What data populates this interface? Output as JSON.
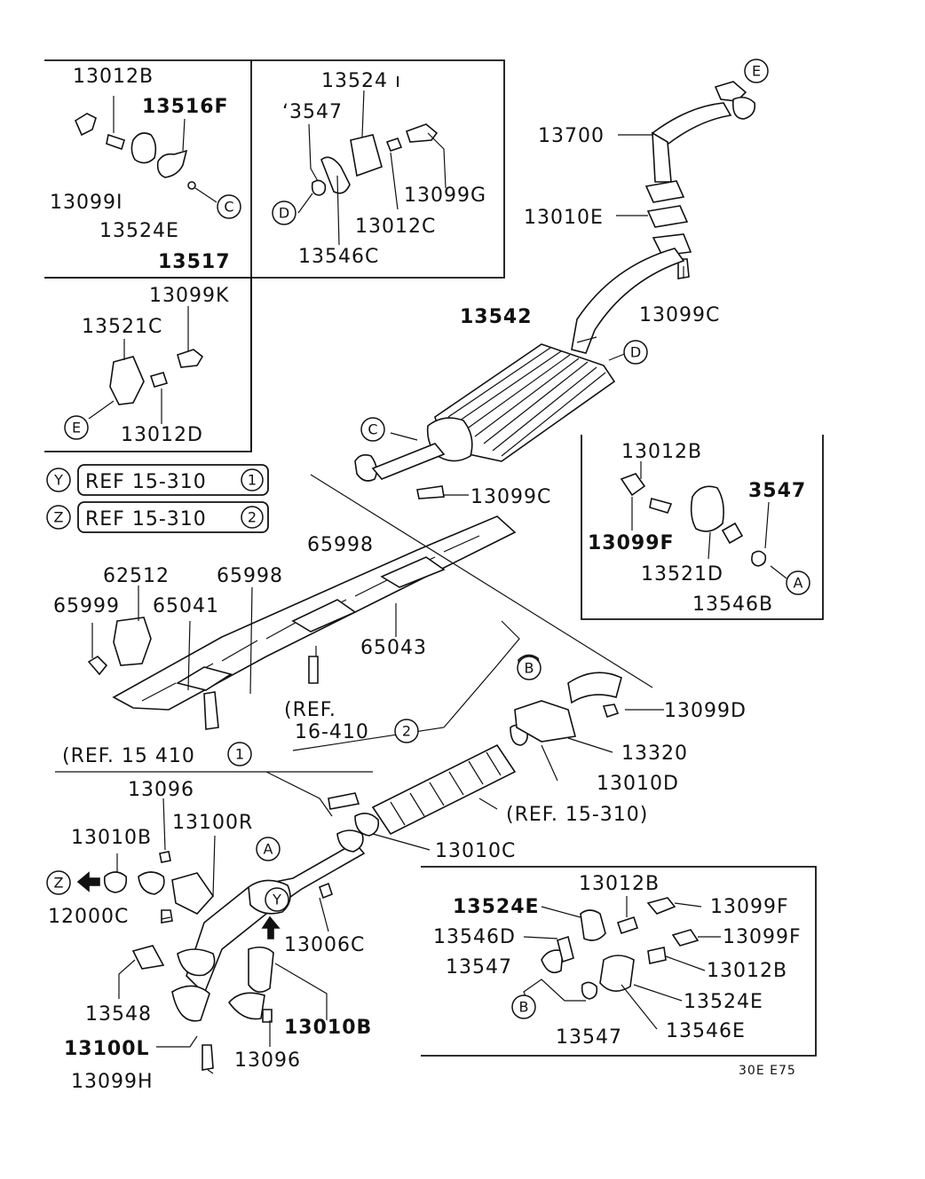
{
  "labels": {
    "p13012B_a": "13012B",
    "p13516F": "13516F",
    "p13099I": "13099I",
    "p13524E_a": "13524E",
    "p13517": "13517",
    "p13524_b": "13524 ı",
    "p3547_a": "ʻ3547",
    "p13099G": "13099G",
    "p13012C": "13012C",
    "p13546C": "13546C",
    "p13099K": "13099K",
    "p13521C": "13521C",
    "p13012D": "13012D",
    "p13700": "13700",
    "p13010E": "13010E",
    "p13542": "13542",
    "p13099C_a": "13099C",
    "p13099C_b": "13099C",
    "p13012B_b": "13012B",
    "p3547_b": "3547",
    "p13099F_a": "13099F",
    "p13521D": "13521D",
    "p13546B": "13546B",
    "p65998_a": "65998",
    "p62512": "62512",
    "p65998_b": "65998",
    "p65999": "65999",
    "p65041": "65041",
    "p65043": "65043",
    "ref16_410": "(REF.",
    "ref16_410b": "16-410",
    "p13099D": "13099D",
    "p13320": "13320",
    "p13010D": "13010D",
    "ref15_310": "(REF. 15-310)",
    "ref15_410": "(REF. 15 410",
    "p13096_a": "13096",
    "p13100R": "13100R",
    "p13010B_a": "13010B",
    "p13010C": "13010C",
    "p12000C": "12000C",
    "p13006C": "13006C",
    "p13548": "13548",
    "p13010B_b": "13010B",
    "p13100L": "13100L",
    "p13096_b": "13096",
    "p13099H": "13099H",
    "p13012B_c": "13012B",
    "p13524E_b": "13524E",
    "p13099F_b": "13099F",
    "p13546D": "13546D",
    "p13099F_c": "13099F",
    "p13547_c": "13547",
    "p13012B_d": "13012B",
    "p13524E_c": "13524E",
    "p13547_d": "13547",
    "p13546E": "13546E",
    "code": "30E  E75"
  },
  "refs": {
    "y_text": "REF  15-310",
    "y_num": "1",
    "z_text": "REF  15-310",
    "z_num": "2"
  },
  "callouts": {
    "A": "A",
    "B": "B",
    "C": "C",
    "D": "D",
    "E": "E",
    "Y": "Y",
    "Z": "Z",
    "one": "1",
    "two": "2"
  }
}
